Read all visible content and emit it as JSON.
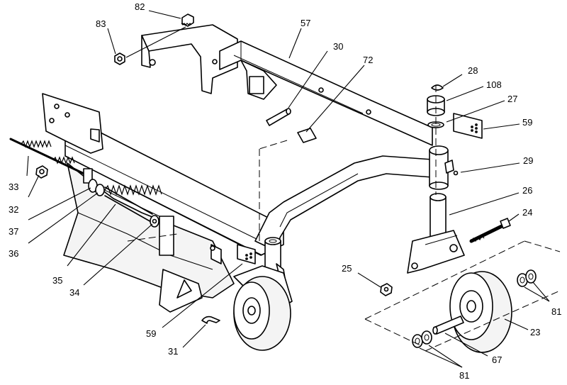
{
  "callouts": [
    {
      "id": "c82",
      "label": "82"
    },
    {
      "id": "c83",
      "label": "83"
    },
    {
      "id": "c57",
      "label": "57"
    },
    {
      "id": "c30",
      "label": "30"
    },
    {
      "id": "c72",
      "label": "72"
    },
    {
      "id": "c28",
      "label": "28"
    },
    {
      "id": "c108",
      "label": "108"
    },
    {
      "id": "c27",
      "label": "27"
    },
    {
      "id": "c59a",
      "label": "59"
    },
    {
      "id": "c29",
      "label": "29"
    },
    {
      "id": "c26",
      "label": "26"
    },
    {
      "id": "c24",
      "label": "24"
    },
    {
      "id": "c25",
      "label": "25"
    },
    {
      "id": "c81a",
      "label": "81"
    },
    {
      "id": "c23",
      "label": "23"
    },
    {
      "id": "c67",
      "label": "67"
    },
    {
      "id": "c81b",
      "label": "81"
    },
    {
      "id": "c31",
      "label": "31"
    },
    {
      "id": "c59b",
      "label": "59"
    },
    {
      "id": "c33",
      "label": "33"
    },
    {
      "id": "c32",
      "label": "32"
    },
    {
      "id": "c37",
      "label": "37"
    },
    {
      "id": "c36",
      "label": "36"
    },
    {
      "id": "c35",
      "label": "35"
    },
    {
      "id": "c34",
      "label": "34"
    }
  ]
}
